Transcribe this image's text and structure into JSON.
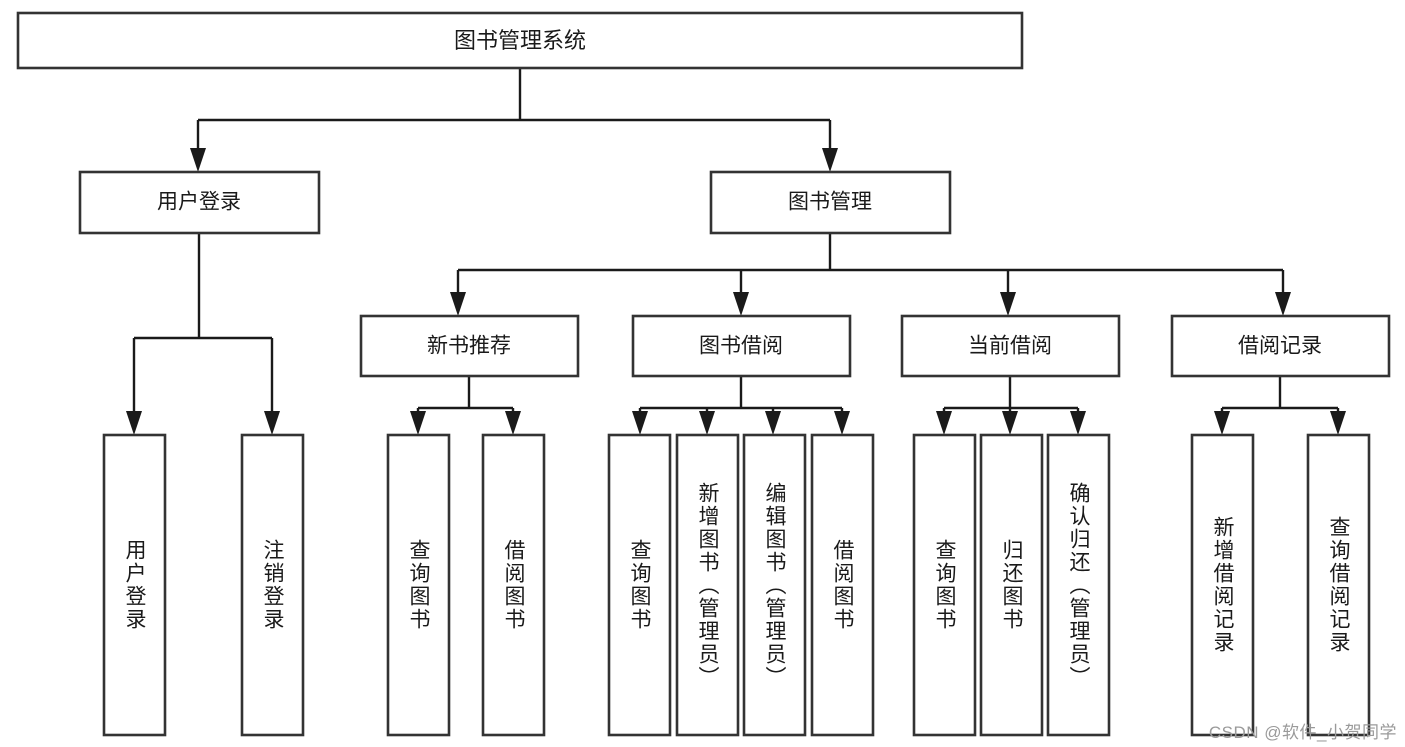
{
  "diagram": {
    "type": "tree-hierarchy",
    "title": "图书管理系统",
    "watermark": "CSDN @软件_小贺同学",
    "colors": {
      "box_stroke": "#333333",
      "box_fill": "#ffffff",
      "line": "#1a1a1a",
      "text": "#1a1a1a",
      "watermark": "#9a9a9a",
      "background": "#ffffff"
    },
    "root": {
      "label": "图书管理系统"
    },
    "level1": [
      {
        "label": "用户登录"
      },
      {
        "label": "图书管理"
      }
    ],
    "level2": [
      {
        "label": "新书推荐"
      },
      {
        "label": "图书借阅"
      },
      {
        "label": "当前借阅"
      },
      {
        "label": "借阅记录"
      }
    ],
    "leaves": {
      "user_login": [
        {
          "label": "用户登录"
        },
        {
          "label": "注销登录"
        }
      ],
      "new_book_recommend": [
        {
          "label": "查询图书"
        },
        {
          "label": "借阅图书"
        }
      ],
      "book_borrow": [
        {
          "label": "查询图书"
        },
        {
          "label": "新增图书（管理员）"
        },
        {
          "label": "编辑图书（管理员）"
        },
        {
          "label": "借阅图书"
        }
      ],
      "current_borrow": [
        {
          "label": "查询图书"
        },
        {
          "label": "归还图书"
        },
        {
          "label": "确认归还（管理员）"
        }
      ],
      "borrow_record": [
        {
          "label": "新增借阅记录"
        },
        {
          "label": "查询借阅记录"
        }
      ]
    }
  }
}
